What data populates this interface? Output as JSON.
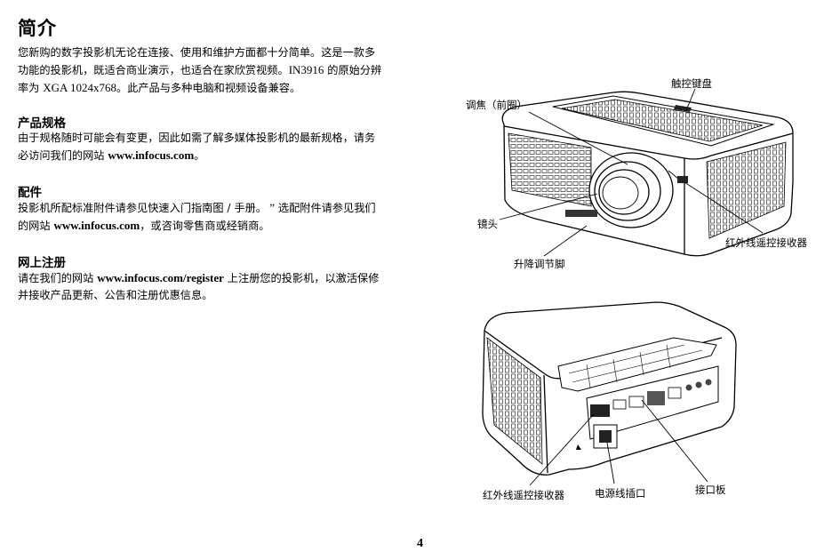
{
  "title": "简介",
  "intro": {
    "line1": "您新购的数字投影机无论在连接、使用和维护方面都十分简单。这是一款多",
    "line2a": "功能的投影机，既适合商业演示，也适合在家欣赏视频。",
    "line2model": "IN3916",
    "line2b": " 的原始分辨",
    "line3a": "率为 ",
    "line3res": "XGA 1024x768",
    "line3b": "。此产品与多种电脑和视频设备兼容。"
  },
  "specs": {
    "heading": "产品规格",
    "line1": "由于规格随时可能会有变更，因此如需了解多媒体投影机的最新规格，请务",
    "line2a": "必访问我们的网站 ",
    "url": "www.infocus.com",
    "line2b": "。"
  },
  "accessories": {
    "heading": "配件",
    "line1a": "投影机所配标准附件请参见快速入门指南图 / 手册。",
    "quote": " ”",
    "line1b": " 选配附件请参见我们",
    "line2a": "的网站 ",
    "url": "www.infocus.com",
    "line2b": "，或咨询零售商或经销商。"
  },
  "registration": {
    "heading": "网上注册",
    "line1a": "请在我们的网站 ",
    "url": "www.infocus.com/register",
    "line1b": " 上注册您的投影机，以激活保修",
    "line2": "并接收产品更新、公告和注册优惠信息。"
  },
  "front_figure": {
    "keypad": "触控键盘",
    "focus": "调焦（前圈）",
    "lens": "镜头",
    "ir_receiver": "红外线遥控接收器",
    "elevator_foot": "升降调节脚"
  },
  "rear_figure": {
    "ir_receiver": "红外线遥控接收器",
    "power_connector": "电源线插口",
    "connector_panel": "接口板"
  },
  "page_number": "4"
}
